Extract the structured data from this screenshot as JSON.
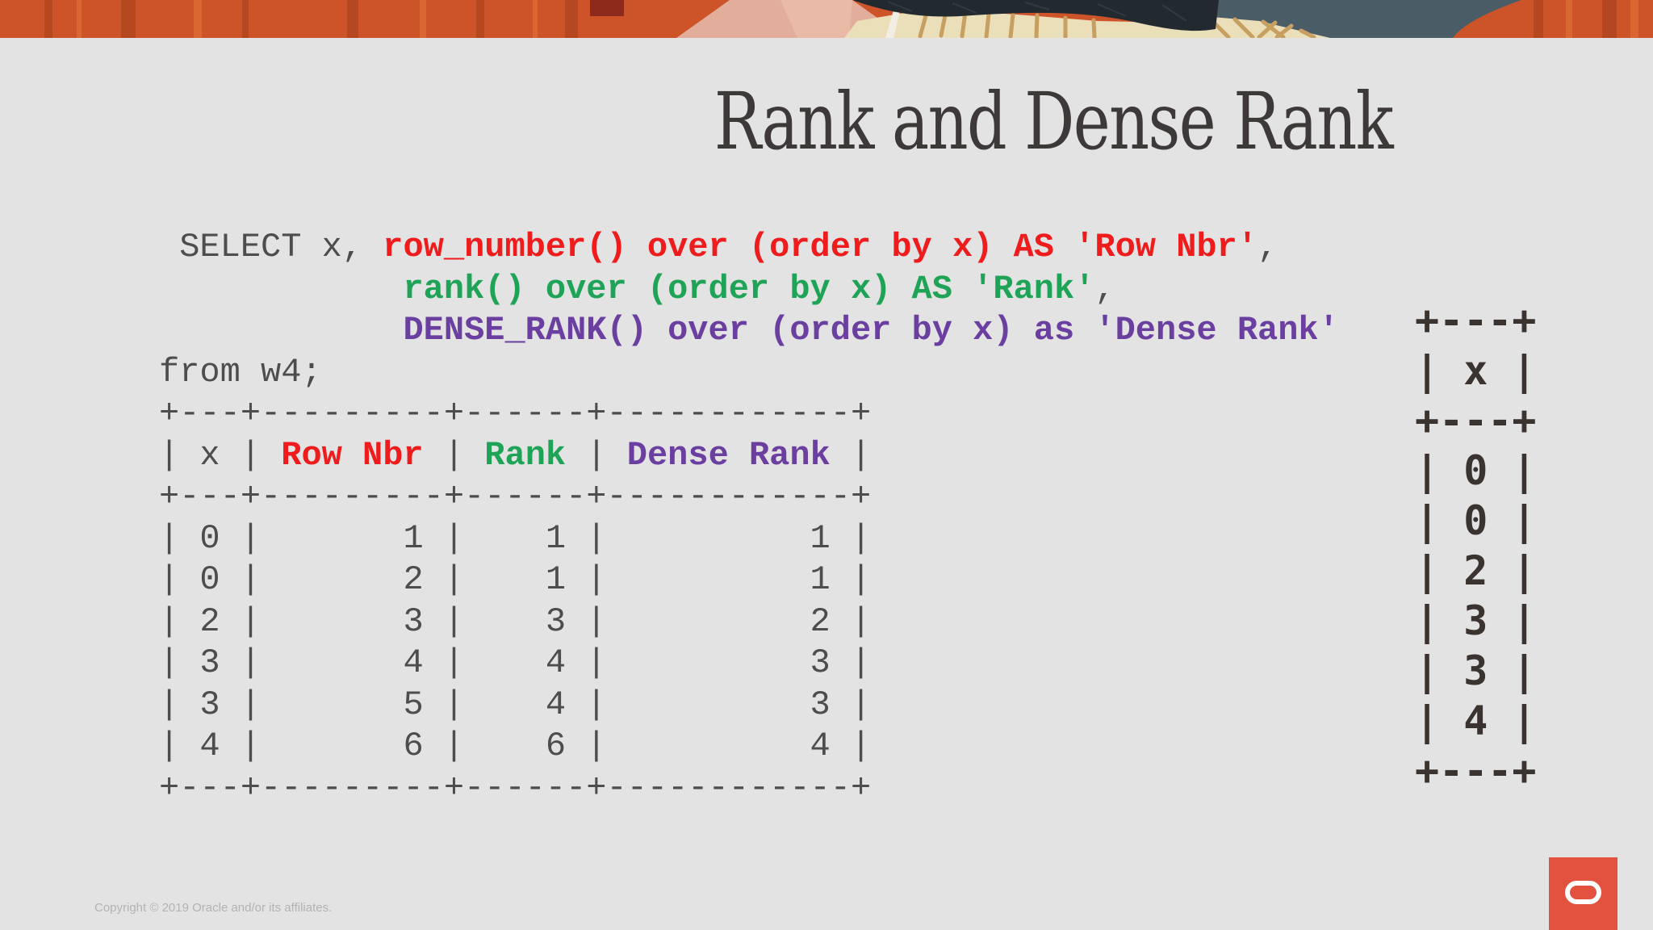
{
  "title": "Rank and Dense Rank",
  "sql_block": {
    "lines": [
      [
        {
          "t": " SELECT x, ",
          "c": "p"
        },
        {
          "t": "row_number() over (order by x) AS 'Row Nbr'",
          "c": "r"
        },
        {
          "t": ",",
          "c": "p"
        }
      ],
      [
        {
          "t": "            ",
          "c": "p"
        },
        {
          "t": "rank() over (order by x) AS 'Rank'",
          "c": "g"
        },
        {
          "t": ",",
          "c": "p"
        }
      ],
      [
        {
          "t": "            ",
          "c": "p"
        },
        {
          "t": "DENSE_RANK() over (order by x) as 'Dense Rank'",
          "c": "v"
        }
      ],
      [
        {
          "t": "from w4;",
          "c": "p"
        }
      ],
      [
        {
          "t": "+---+---------+------+------------+",
          "c": "p"
        }
      ],
      [
        {
          "t": "| x | ",
          "c": "p"
        },
        {
          "t": "Row Nbr",
          "c": "r"
        },
        {
          "t": " | ",
          "c": "p"
        },
        {
          "t": "Rank",
          "c": "g"
        },
        {
          "t": " | ",
          "c": "p"
        },
        {
          "t": "Dense Rank",
          "c": "v"
        },
        {
          "t": " |",
          "c": "p"
        }
      ],
      [
        {
          "t": "+---+---------+------+------------+",
          "c": "p"
        }
      ],
      [
        {
          "t": "| 0 |       1 |    1 |          1 |",
          "c": "p"
        }
      ],
      [
        {
          "t": "| 0 |       2 |    1 |          1 |",
          "c": "p"
        }
      ],
      [
        {
          "t": "| 2 |       3 |    3 |          2 |",
          "c": "p"
        }
      ],
      [
        {
          "t": "| 3 |       4 |    4 |          3 |",
          "c": "p"
        }
      ],
      [
        {
          "t": "| 3 |       5 |    4 |          3 |",
          "c": "p"
        }
      ],
      [
        {
          "t": "| 4 |       6 |    6 |          4 |",
          "c": "p"
        }
      ],
      [
        {
          "t": "+---+---------+------+------------+",
          "c": "p"
        }
      ]
    ]
  },
  "result_table": {
    "columns": [
      "x",
      "Row Nbr",
      "Rank",
      "Dense Rank"
    ],
    "rows": [
      [
        0,
        1,
        1,
        1
      ],
      [
        0,
        2,
        1,
        1
      ],
      [
        2,
        3,
        3,
        2
      ],
      [
        3,
        4,
        4,
        3
      ],
      [
        3,
        5,
        4,
        3
      ],
      [
        4,
        6,
        6,
        4
      ]
    ]
  },
  "x_table": {
    "column": "x",
    "values": [
      0,
      0,
      2,
      3,
      3,
      4
    ],
    "lines": [
      "+---+",
      "| x |",
      "+---+",
      "| 0 |",
      "| 0 |",
      "| 2 |",
      "| 3 |",
      "| 3 |",
      "| 4 |",
      "+---+"
    ]
  },
  "footer": {
    "copyright": "Copyright © 2019 Oracle and/or its affiliates."
  },
  "logo": {
    "label": "oracle-logo"
  },
  "colors": {
    "background": "#e3e3e3",
    "code_red": "#ee1c1c",
    "code_green": "#1fa457",
    "code_purple": "#6b3fa0",
    "code_plain": "#4d4d4d",
    "x_table_text": "#3a332f",
    "title_text": "#3e3939",
    "copyright_text": "#b3b3b3",
    "logo_red": "#e2523f",
    "banner_orange": "#cd5429",
    "banner_navy": "#222a30",
    "banner_cream": "#ebdfba",
    "banner_pink": "#e2ae9b",
    "banner_slate": "#4a5c66"
  }
}
